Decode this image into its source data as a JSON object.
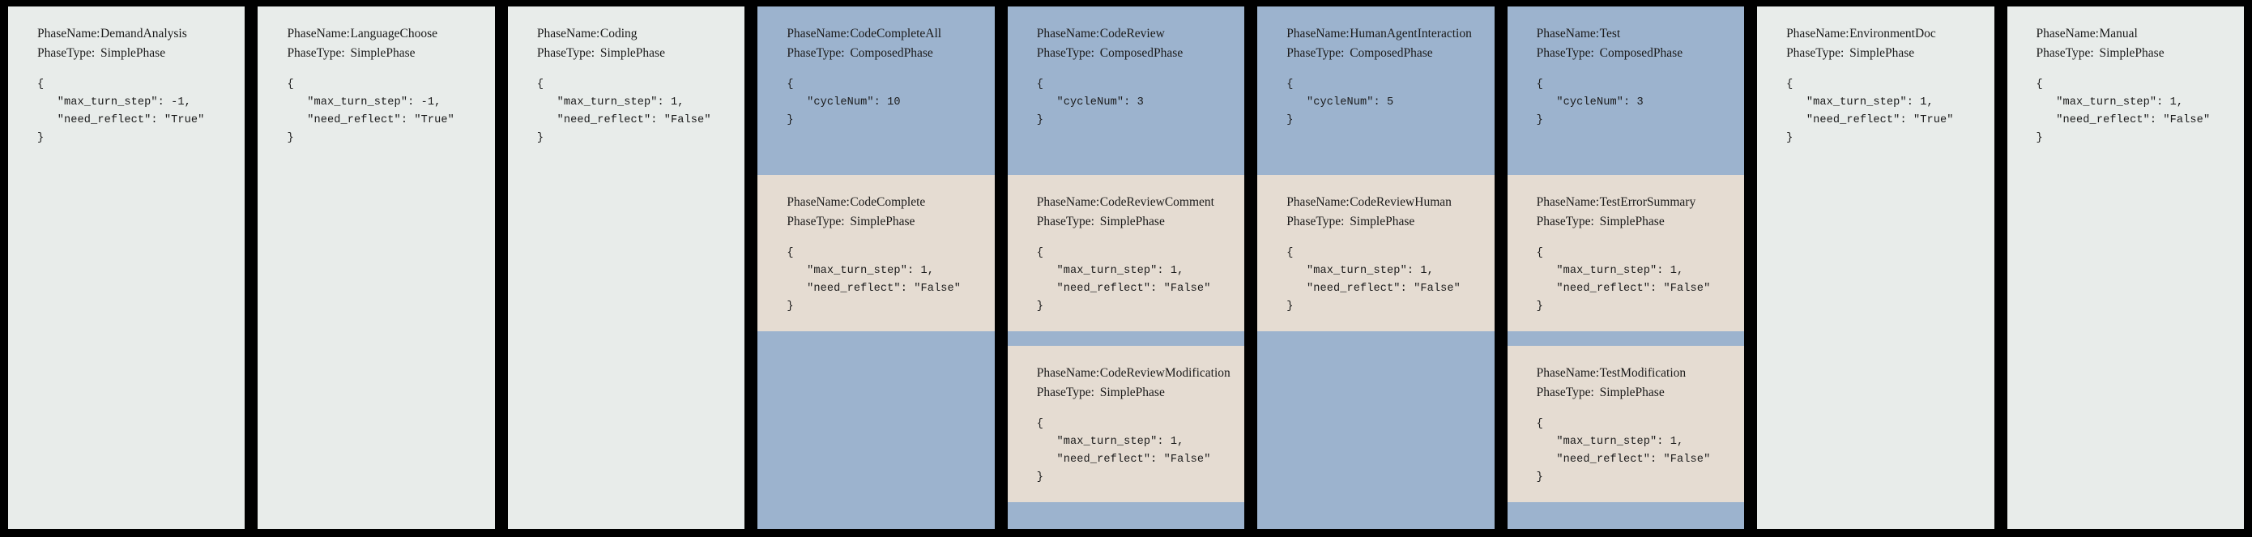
{
  "labels": {
    "phase_name_key": "PhaseName:",
    "phase_type_key": "PhaseType:"
  },
  "colors": {
    "background": "#000000",
    "simple_panel_bg": "#e8ecea",
    "composed_header_bg": "#9cb3ce",
    "sub_simple_bg": "#e5dcd2",
    "text": "#1a1a1a"
  },
  "panels": [
    {
      "id": "demand-analysis",
      "kind": "simple",
      "name": "DemandAnalysis",
      "type": "SimplePhase",
      "config": "{\n   \"max_turn_step\": -1,\n   \"need_reflect\": \"True\"\n}"
    },
    {
      "id": "language-choose",
      "kind": "simple",
      "name": "LanguageChoose",
      "type": "SimplePhase",
      "config": "{\n   \"max_turn_step\": -1,\n   \"need_reflect\": \"True\"\n}"
    },
    {
      "id": "coding",
      "kind": "simple",
      "name": "Coding",
      "type": "SimplePhase",
      "config": "{\n   \"max_turn_step\": 1,\n   \"need_reflect\": \"False\"\n}"
    },
    {
      "id": "code-complete-all",
      "kind": "composed",
      "name": "CodeCompleteAll",
      "type": "ComposedPhase",
      "config": "{\n   \"cycleNum\": 10\n}",
      "subphases": [
        {
          "id": "code-complete",
          "name": "CodeComplete",
          "type": "SimplePhase",
          "config": "{\n   \"max_turn_step\": 1,\n   \"need_reflect\": \"False\"\n}"
        }
      ]
    },
    {
      "id": "code-review",
      "kind": "composed",
      "name": "CodeReview",
      "type": "ComposedPhase",
      "config": "{\n   \"cycleNum\": 3\n}",
      "subphases": [
        {
          "id": "code-review-comment",
          "name": "CodeReviewComment",
          "type": "SimplePhase",
          "config": "{\n   \"max_turn_step\": 1,\n   \"need_reflect\": \"False\"\n}"
        },
        {
          "id": "code-review-modification",
          "name": "CodeReviewModification",
          "type": "SimplePhase",
          "config": "{\n   \"max_turn_step\": 1,\n   \"need_reflect\": \"False\"\n}"
        }
      ]
    },
    {
      "id": "human-agent-interaction",
      "kind": "composed",
      "name": "HumanAgentInteraction",
      "type": "ComposedPhase",
      "config": "{\n   \"cycleNum\": 5\n}",
      "subphases": [
        {
          "id": "code-review-human",
          "name": "CodeReviewHuman",
          "type": "SimplePhase",
          "config": "{\n   \"max_turn_step\": 1,\n   \"need_reflect\": \"False\"\n}"
        }
      ]
    },
    {
      "id": "test",
      "kind": "composed",
      "name": "Test",
      "type": "ComposedPhase",
      "config": "{\n   \"cycleNum\": 3\n}",
      "subphases": [
        {
          "id": "test-error-summary",
          "name": "TestErrorSummary",
          "type": "SimplePhase",
          "config": "{\n   \"max_turn_step\": 1,\n   \"need_reflect\": \"False\"\n}"
        },
        {
          "id": "test-modification",
          "name": "TestModification",
          "type": "SimplePhase",
          "config": "{\n   \"max_turn_step\": 1,\n   \"need_reflect\": \"False\"\n}"
        }
      ]
    },
    {
      "id": "environment-doc",
      "kind": "simple",
      "name": "EnvironmentDoc",
      "type": "SimplePhase",
      "config": "{\n   \"max_turn_step\": 1,\n   \"need_reflect\": \"True\"\n}"
    },
    {
      "id": "manual",
      "kind": "simple",
      "name": "Manual",
      "type": "SimplePhase",
      "config": "{\n   \"max_turn_step\": 1,\n   \"need_reflect\": \"False\"\n}"
    }
  ]
}
